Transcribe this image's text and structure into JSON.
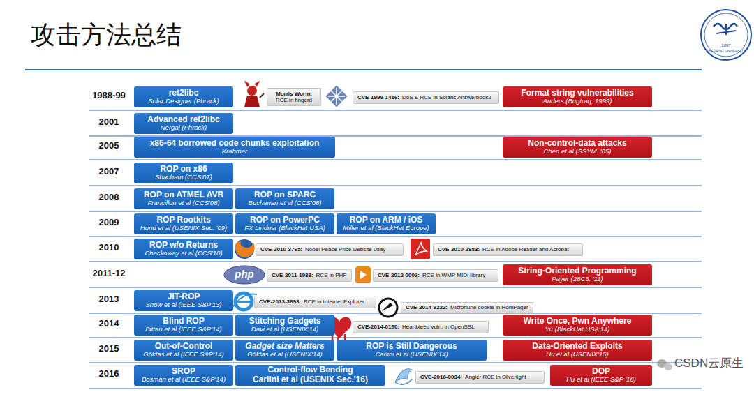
{
  "diagram": {
    "title": "攻击方法总结",
    "nodes": [
      {
        "text": [
          "ret2libc",
          "Solar Designer (Phrack)"
        ]
      },
      {
        "text": [
          "Morris Worm:",
          "RCE in fingerd"
        ]
      },
      {
        "text": [
          "CVE-1999-1416:",
          "DoS & RCE in Solaris Answerbook2"
        ]
      },
      {
        "text": [
          "Format string vulnerabilities",
          "Anders (Bugtraq, 1999)"
        ]
      },
      {
        "text": [
          "Advanced ret2libc",
          "Nergal (Phrack)"
        ]
      },
      {
        "text": [
          "x86-64 borrowed code chunks exploitation",
          "Krahmer"
        ]
      },
      {
        "text": [
          "Non-control-data attacks",
          "Chen et al (SSYM. '05)"
        ]
      },
      {
        "text": [
          "ROP on x86",
          "Shacham (CCS'07)"
        ]
      },
      {
        "text": [
          "ROP on ATMEL AVR",
          "Francillon et al (CCS'08)"
        ]
      },
      {
        "text": [
          "ROP on SPARC",
          "Buchanan et al (CCS'08)"
        ]
      },
      {
        "text": [
          "ROP Rootkits",
          "Hund et al (USENIX Sec. '09)"
        ]
      },
      {
        "text": [
          "ROP on PowerPC",
          "FX Lindner (BlackHat USA)"
        ]
      },
      {
        "text": [
          "ROP on ARM / iOS",
          "Miller et al (BlackHat Europe)"
        ]
      },
      {
        "text": [
          "ROP w/o Returns",
          "Checkoway et al (CCS'10)"
        ]
      },
      {
        "text": [
          "CVE-2010-3765:",
          "Nobel Peace Price website 0day"
        ]
      },
      {
        "text": [
          "CVE-2010-2883:",
          "RCE in Adobe Reader and Acrobat"
        ]
      },
      {
        "text": [
          "CVE-2011-1938:",
          "RCE in PHP"
        ]
      },
      {
        "text": [
          "CVE-2012-0003:",
          "RCE in WMP MIDI library"
        ]
      },
      {
        "text": [
          "String-Oriented Programming",
          "Payer (28C3. '11)"
        ]
      },
      {
        "text": [
          "JIT-ROP",
          "Snow et al (IEEE S&P'13)"
        ]
      },
      {
        "text": [
          "CVE-2013-3893:",
          "RCE in Internet Explorer"
        ]
      },
      {
        "text": [
          "CVE-2014-9222:",
          "Misfortune cookie in RomPager"
        ]
      },
      {
        "text": [
          "Blind ROP",
          "Bittau et al (IEEE S&P'14)"
        ]
      },
      {
        "text": [
          "Stitching Gadgets",
          "Davi et al (USENIX'14)"
        ]
      },
      {
        "text": [
          "CVE-2014-0160:",
          "Heartbleed vuln. in OpenSSL"
        ]
      },
      {
        "text": [
          "Write Once, Pwn Anywhere",
          "Yu (BlackHat USA'14)"
        ]
      },
      {
        "text": [
          "Out-of-Control",
          "Göktas et al (IEEE S&P'14)"
        ]
      },
      {
        "text": [
          "Gadget size Matters",
          "Göktas et al (USENIX'14)"
        ]
      },
      {
        "text": [
          "ROP is Still Dangerous",
          "Carlini et al (USENIX'14)"
        ]
      },
      {
        "text": [
          "Data-Oriented Exploits",
          "Hu et al (USENIX'15)"
        ]
      },
      {
        "text": [
          "SROP",
          "Bosman et al (IEEE S&P'14)"
        ]
      },
      {
        "text": [
          "Control-flow Bending",
          "Carlini et al (USENIX Sec.'16)"
        ]
      },
      {
        "text": [
          "CVE-2016-0034:",
          "Angler RCE in Silverlight"
        ]
      },
      {
        "text": [
          "DOP",
          "Hu et al (IEEE S&P '16)"
        ]
      }
    ],
    "labels": [
      "1988-99",
      "2001",
      "2005",
      "2007",
      "2008",
      "2009",
      "2010",
      "2011-12",
      "2013",
      "2014",
      "2015",
      "2016",
      "php",
      "1897",
      "ZHEJIANG UNIVERSITY",
      "CSDN云原生"
    ]
  }
}
